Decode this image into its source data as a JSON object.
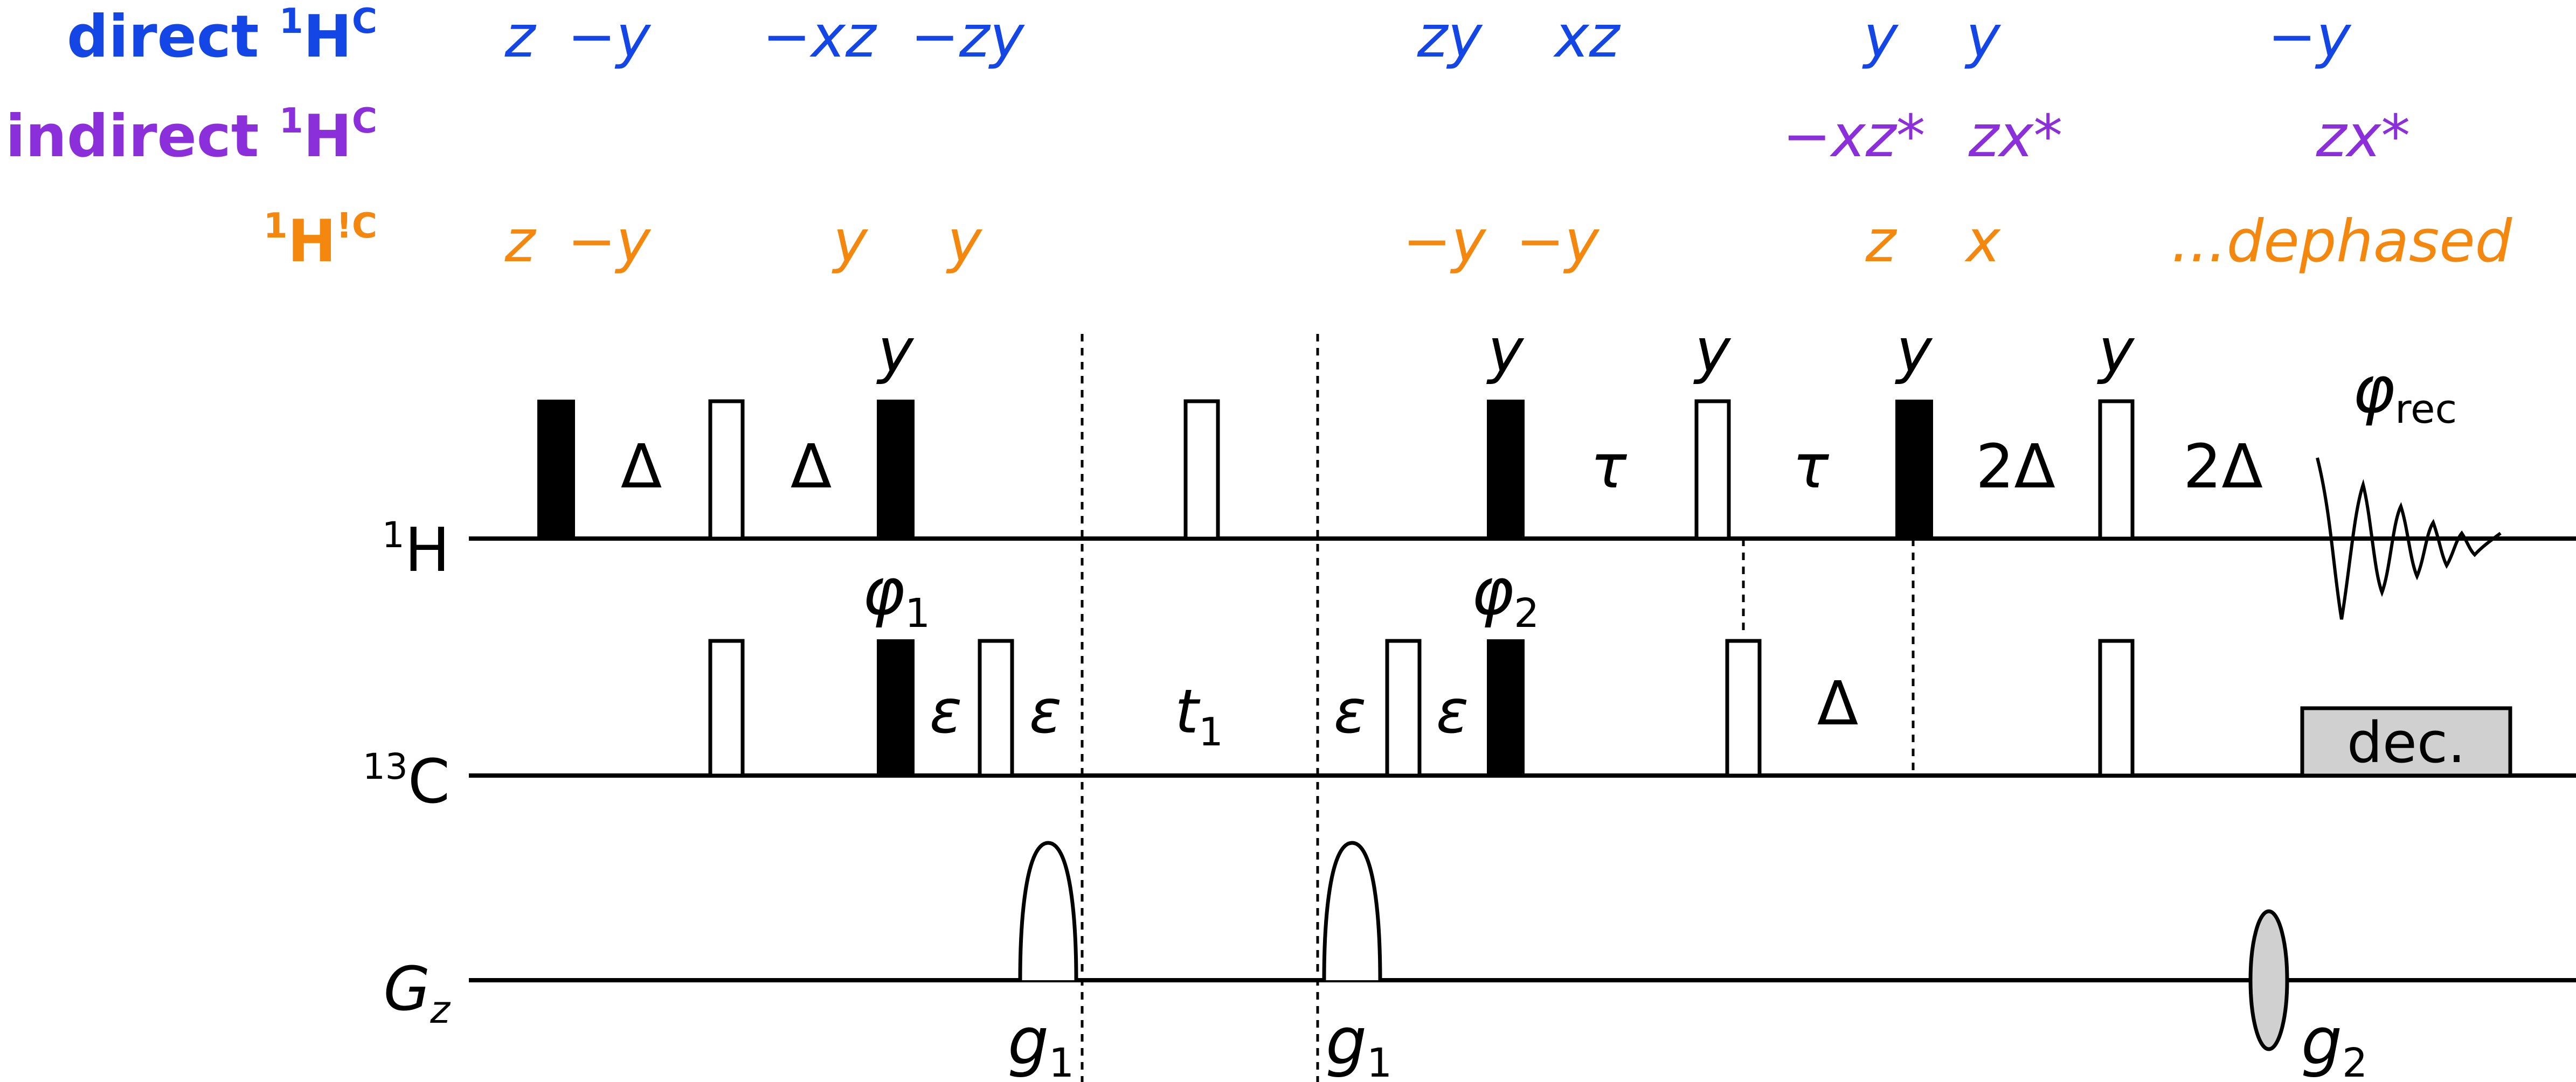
{
  "states": {
    "direct": {
      "label": "direct",
      "nucleus": "H",
      "mass": "1",
      "sup": "C",
      "color": "#1446e6",
      "values": [
        "z",
        "−y",
        "−xz",
        "−zy",
        "zy",
        "xz",
        "y",
        "y",
        "−y"
      ]
    },
    "indirect": {
      "label": "indirect",
      "nucleus": "H",
      "mass": "1",
      "sup": "C",
      "color": "#8a2fd9",
      "values": [
        "−xz*",
        "zx*",
        "zx*"
      ]
    },
    "remote": {
      "label": "",
      "nucleus": "H",
      "mass": "1",
      "sup": "!C",
      "color": "#f4870e",
      "values": [
        "z",
        "−y",
        "y",
        "y",
        "−y",
        "−y",
        "z",
        "x",
        "...dephased"
      ]
    }
  },
  "channels": {
    "h": {
      "mass": "1",
      "symbol": "H"
    },
    "c": {
      "mass": "13",
      "symbol": "C"
    },
    "g": {
      "symbol": "G",
      "sub": "z"
    }
  },
  "h_channel": {
    "delays": [
      "Δ",
      "Δ",
      "τ",
      "τ",
      "2Δ",
      "2Δ"
    ],
    "phases": [
      "y",
      "y",
      "y",
      "y",
      "y"
    ],
    "phase1": {
      "symbol": "φ",
      "sub": "1"
    },
    "phase2": {
      "symbol": "φ",
      "sub": "2"
    },
    "receiver": {
      "symbol": "φ",
      "sub": "rec"
    }
  },
  "c_channel": {
    "eps": [
      "ε",
      "ε",
      "ε",
      "ε"
    ],
    "t1": {
      "symbol": "t",
      "sub": "1"
    },
    "delta": "Δ",
    "decouple": "dec."
  },
  "g_channel": {
    "g1": {
      "symbol": "g",
      "sub": "1"
    },
    "g2": {
      "symbol": "g",
      "sub": "2"
    }
  }
}
